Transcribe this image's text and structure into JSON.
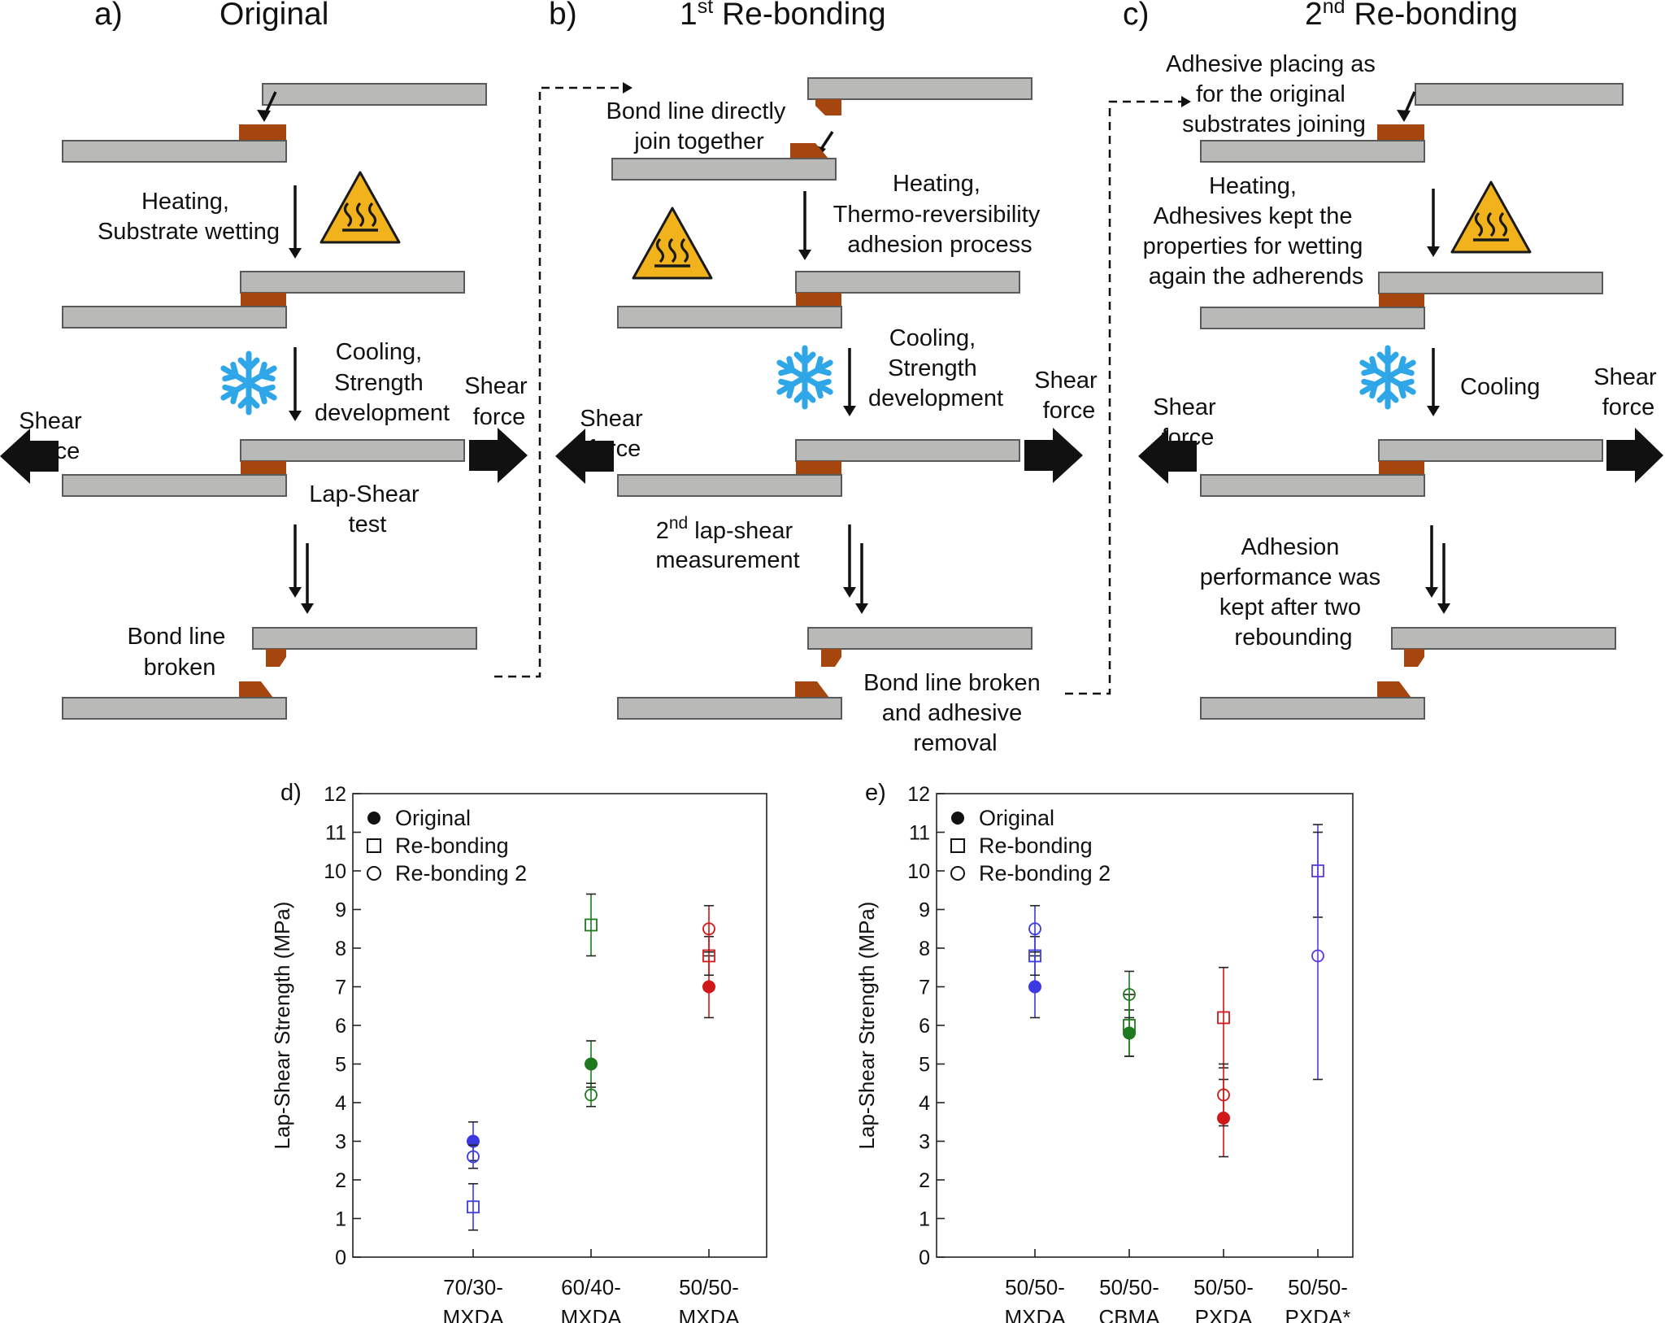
{
  "panels": {
    "a": {
      "tag": "a)",
      "title": "Original",
      "step_heat": [
        "Heating,",
        "Substrate wetting"
      ],
      "step_cool": [
        "Cooling,",
        "Strength",
        "development"
      ],
      "shear_left": [
        "Shear",
        "force"
      ],
      "shear_right": [
        "Shear",
        "force"
      ],
      "test": [
        "Lap-Shear",
        "test"
      ],
      "result": [
        "Bond line",
        "broken"
      ]
    },
    "b": {
      "tag": "b)",
      "title_main": "1",
      "title_sup": "st",
      "title_rest": " Re-bonding",
      "join": [
        "Bond line directly",
        "join together"
      ],
      "step_heat": [
        "Heating,",
        "Thermo-reversibility",
        "adhesion process"
      ],
      "step_cool": [
        "Cooling,",
        "Strength",
        "development"
      ],
      "shear_left": [
        "Shear",
        "force"
      ],
      "shear_right": [
        "Shear",
        "force"
      ],
      "measure_main": "2",
      "measure_sup": "nd",
      "measure_rest": " lap-shear",
      "measure_line2": "measurement",
      "result": [
        "Bond line broken",
        "and adhesive",
        "removal"
      ]
    },
    "c": {
      "tag": "c)",
      "title_main": "2",
      "title_sup": "nd",
      "title_rest": " Re-bonding",
      "placing": [
        "Adhesive placing as",
        "for the original",
        "substrates joining"
      ],
      "step_heat": [
        "Heating,",
        "Adhesives kept the",
        "properties for wetting",
        "again the adherends"
      ],
      "step_cool": "Cooling",
      "shear_left": [
        "Shear",
        "force"
      ],
      "shear_right": [
        "Shear",
        "force"
      ],
      "result": [
        "Adhesion",
        "performance was",
        "kept after two",
        "rebounding"
      ]
    }
  },
  "colors": {
    "substrate": "#b9b9b7",
    "adhesive": "#a6460f",
    "warning": "#f2b21c",
    "snowflake": "#2fa6e8",
    "blue": "#3a3ae0",
    "green": "#1f7a1f",
    "red": "#d01818"
  },
  "icons": [
    "heat-warning-icon",
    "snowflake-icon",
    "shear-arrow-icon"
  ],
  "chart_data": [
    {
      "tag": "d)",
      "type": "scatter",
      "ylabel": "Lap-Shear Strength (MPa)",
      "ylim": [
        0,
        12
      ],
      "yticks": [
        0,
        1,
        2,
        3,
        4,
        5,
        6,
        7,
        8,
        9,
        10,
        11,
        12
      ],
      "categories": [
        [
          "70/30-",
          "MXDA"
        ],
        [
          "60/40-",
          "MXDA"
        ],
        [
          "50/50-",
          "MXDA"
        ]
      ],
      "category_colors": [
        "#3a3ae0",
        "#1f7a1f",
        "#d01818"
      ],
      "legend": [
        "Original",
        "Re-bonding",
        "Re-bonding 2"
      ],
      "legend_position": "top-left",
      "series": [
        {
          "name": "Original",
          "marker": "filled-circle",
          "values": [
            3.0,
            5.0,
            7.0
          ],
          "err": [
            0.5,
            0.6,
            0.8
          ]
        },
        {
          "name": "Re-bonding",
          "marker": "open-square",
          "values": [
            1.3,
            8.6,
            7.8
          ],
          "err": [
            0.6,
            0.8,
            0.5
          ]
        },
        {
          "name": "Re-bonding 2",
          "marker": "open-circle",
          "values": [
            2.6,
            4.2,
            8.5
          ],
          "err": [
            0.3,
            0.3,
            0.6
          ]
        }
      ]
    },
    {
      "tag": "e)",
      "type": "scatter",
      "ylabel": "Lap-Shear Strength (MPa)",
      "ylim": [
        0,
        12
      ],
      "yticks": [
        0,
        1,
        2,
        3,
        4,
        5,
        6,
        7,
        8,
        9,
        10,
        11,
        12
      ],
      "categories": [
        [
          "50/50-",
          "MXDA"
        ],
        [
          "50/50-",
          "CBMA"
        ],
        [
          "50/50-",
          "PXDA"
        ],
        [
          "50/50-",
          "PXDA*"
        ]
      ],
      "category_colors": [
        "#3a3ae0",
        "#1f7a1f",
        "#d01818",
        "#5a3ae0"
      ],
      "legend": [
        "Original",
        "Re-bonding",
        "Re-bonding 2"
      ],
      "legend_position": "top-left",
      "series": [
        {
          "name": "Original",
          "marker": "filled-circle",
          "values": [
            7.0,
            5.8,
            3.6
          ],
          "err": [
            0.8,
            0.6,
            1.0
          ]
        },
        {
          "name": "Re-bonding",
          "marker": "open-square",
          "values": [
            7.8,
            6.0,
            6.2,
            10.0
          ],
          "err": [
            0.5,
            0.8,
            1.3,
            1.2
          ]
        },
        {
          "name": "Re-bonding 2",
          "marker": "open-circle",
          "values": [
            8.5,
            6.8,
            4.2,
            7.8
          ],
          "err": [
            0.6,
            0.6,
            0.8,
            3.2
          ]
        }
      ]
    }
  ]
}
